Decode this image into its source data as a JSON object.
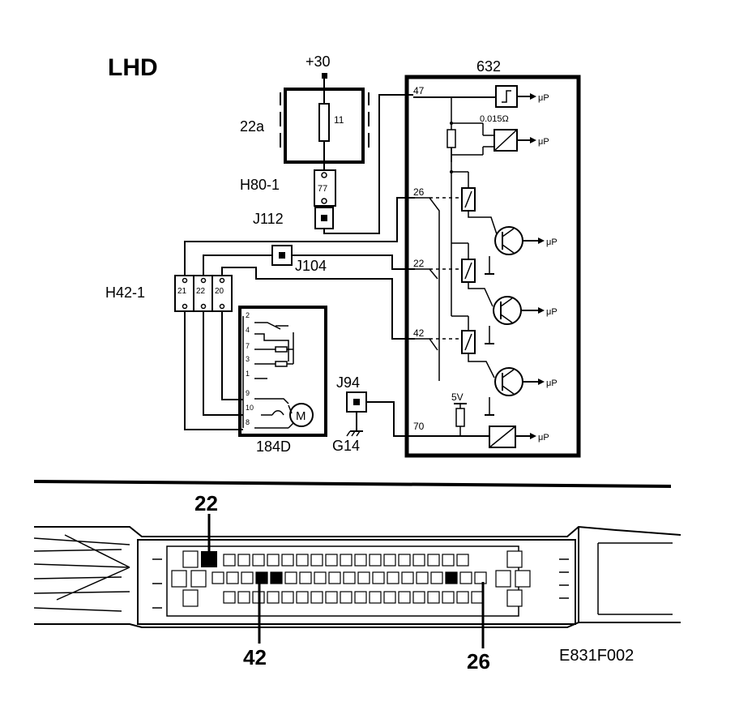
{
  "title": "LHD",
  "supply_label": "+30",
  "relay_box": {
    "label": "22a",
    "fuse_label": "11"
  },
  "connectors": {
    "h80": "H80-1",
    "h80_pin": "77",
    "j112": "J112",
    "j104": "J104",
    "h42": "H42-1",
    "h42_pins": [
      "21",
      "22",
      "20"
    ],
    "j94": "J94",
    "ground": "G14"
  },
  "motor_unit": {
    "label": "184D",
    "pins": [
      "2",
      "4",
      "7",
      "3",
      "1",
      "9",
      "10",
      "8"
    ],
    "motor_symbol": "M"
  },
  "ecu": {
    "label": "632",
    "pins": [
      "47",
      "26",
      "22",
      "42",
      "70"
    ],
    "shunt_value": "0.015Ω",
    "voltage": "5V",
    "output_label": "μP"
  },
  "connector_view": {
    "callouts": [
      "22",
      "42",
      "26"
    ],
    "figure_code": "E831F002"
  }
}
